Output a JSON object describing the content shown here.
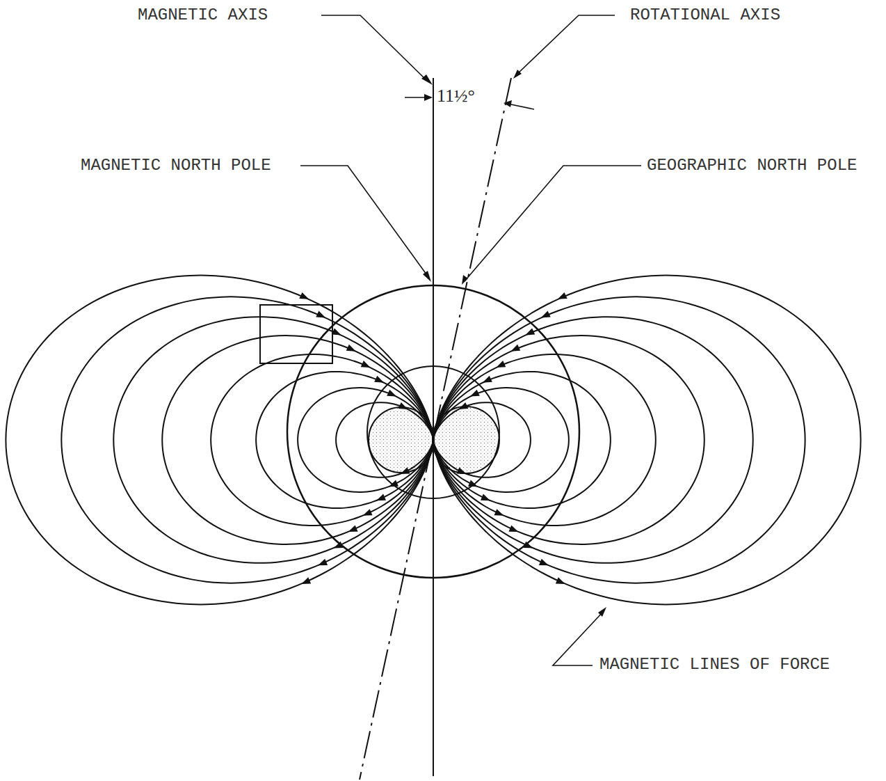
{
  "diagram": {
    "labels": [
      "MAGNETIC AXIS",
      "ROTATIONAL AXIS",
      "11½°",
      "MAGNETIC NORTH POLE",
      "GEOGRAPHIC NORTH POLE",
      "MAGNETIC LINES OF FORCE"
    ]
  }
}
